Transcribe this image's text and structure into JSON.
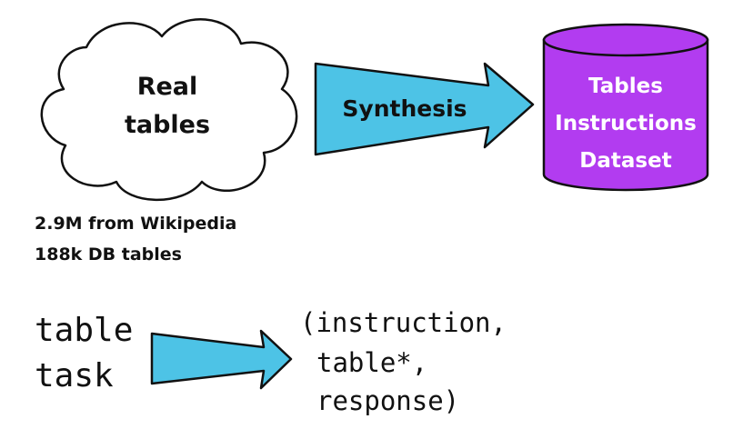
{
  "cloud": {
    "line1": "Real",
    "line2": "tables"
  },
  "stats": {
    "line1": "2.9M from Wikipedia",
    "line2": "188k DB tables"
  },
  "top_arrow": {
    "label": "Synthesis"
  },
  "database": {
    "line1": "Tables",
    "line2": "Instructions",
    "line3": "Dataset"
  },
  "bottom_left": {
    "line1": "table",
    "line2": "task"
  },
  "bottom_right": {
    "line1": "(instruction,",
    "line2": "table*,",
    "line3": "response)"
  },
  "colors": {
    "arrow_fill": "#4dc3e6",
    "database_fill": "#b23cf0",
    "database_text": "#ffffff",
    "outline": "#111111"
  }
}
